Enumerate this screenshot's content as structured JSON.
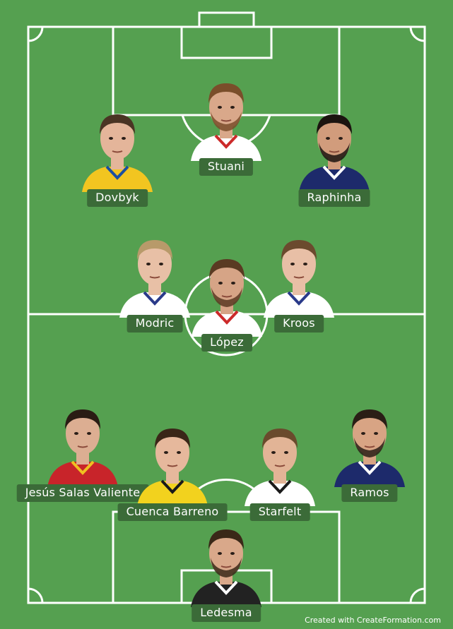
{
  "pitch": {
    "grass_color": "#55a050",
    "line_color": "#ffffff"
  },
  "players": [
    {
      "id": "stuani",
      "name": "Stuani",
      "shirt": "#ffffff",
      "trim": "#cc2a2a",
      "hair": "#7a4e2a",
      "skin": "#d9a88a",
      "beard": true
    },
    {
      "id": "dovbyk",
      "name": "Dovbyk",
      "shirt": "#f2c520",
      "trim": "#1a4fa0",
      "hair": "#4a3424",
      "skin": "#e4b59a",
      "beard": false
    },
    {
      "id": "raphinha",
      "name": "Raphinha",
      "shirt": "#1d2a6b",
      "trim": "#ffffff",
      "hair": "#1c1410",
      "skin": "#d19c7c",
      "beard": true
    },
    {
      "id": "modric",
      "name": "Modric",
      "shirt": "#ffffff",
      "trim": "#2a3a8a",
      "hair": "#b89a6a",
      "skin": "#e8c0a6",
      "beard": false
    },
    {
      "id": "lopez",
      "name": "López",
      "shirt": "#ffffff",
      "trim": "#cc2a2a",
      "hair": "#5a3a22",
      "skin": "#d6a486",
      "beard": true
    },
    {
      "id": "kroos",
      "name": "Kroos",
      "shirt": "#ffffff",
      "trim": "#2a3a8a",
      "hair": "#6b4a2e",
      "skin": "#e8bfa6",
      "beard": false
    },
    {
      "id": "jesus",
      "name": "Jesús Salas Valiente",
      "shirt": "#c8242a",
      "trim": "#f0c020",
      "hair": "#2a1c14",
      "skin": "#dcae92",
      "beard": false
    },
    {
      "id": "cuenca",
      "name": "Cuenca Barreno",
      "shirt": "#f2d21e",
      "trim": "#1a1a1a",
      "hair": "#3a2618",
      "skin": "#e6b89c",
      "beard": false
    },
    {
      "id": "starfelt",
      "name": "Starfelt",
      "shirt": "#ffffff",
      "trim": "#1a1a1a",
      "hair": "#6a4a2c",
      "skin": "#e2b496",
      "beard": false
    },
    {
      "id": "ramos",
      "name": "Ramos",
      "shirt": "#1d2a6b",
      "trim": "#ffffff",
      "hair": "#2a1e16",
      "skin": "#d8a484",
      "beard": true
    },
    {
      "id": "ledesma",
      "name": "Ledesma",
      "shirt": "#222222",
      "trim": "#ffffff",
      "hair": "#3a2818",
      "skin": "#d9a88a",
      "beard": true
    }
  ],
  "credit": "Created with CreateFormation.com"
}
